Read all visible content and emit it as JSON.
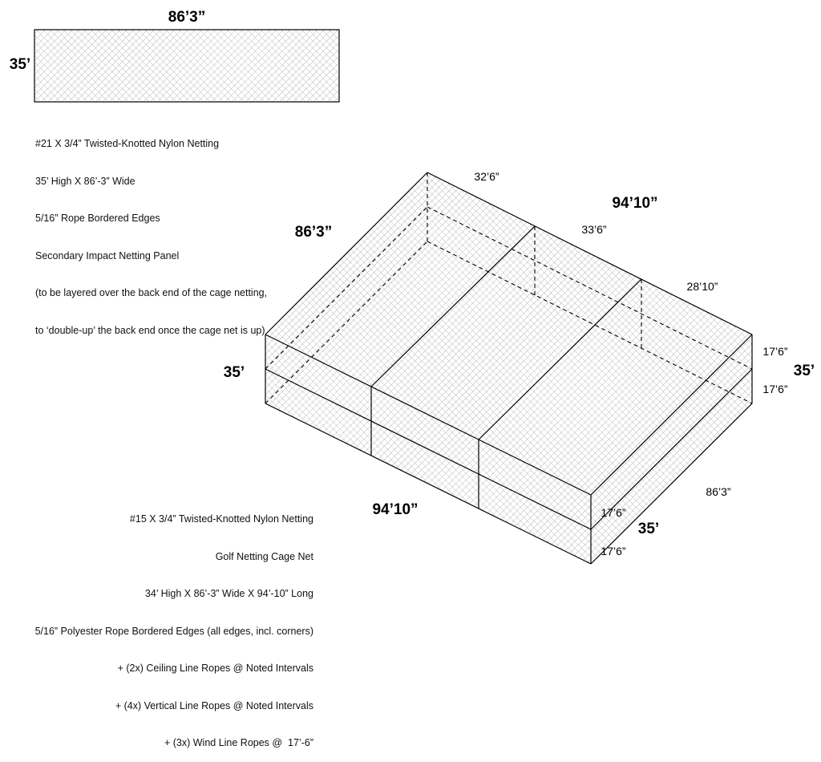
{
  "panel": {
    "width_label": "86’3”",
    "height_label": "35’",
    "spec_lines": [
      "#21 X 3/4” Twisted-Knotted Nylon Netting",
      "35’ High X 86’-3” Wide",
      "5/16” Rope Bordered Edges",
      "Secondary Impact Netting Panel",
      "(to be layered over the back end of the cage netting,",
      "to ‘double-up’ the back end once the cage net is up)"
    ]
  },
  "cage": {
    "top_width_label": "86’3”",
    "top_length_label": "94’10”",
    "segment_labels": [
      "32’6”",
      "33’6”",
      "28’10”"
    ],
    "left_height_label": "35’",
    "right_height_label": "35’",
    "right_half_labels": [
      "17’6”",
      "17’6”"
    ],
    "front_length_label": "94’10”",
    "front_width_label": "86’3”",
    "front_height_label": "35’",
    "front_half_labels": [
      "17’6”",
      "17’6”"
    ],
    "spec_lines": [
      "#15 X 3/4” Twisted-Knotted Nylon Netting",
      "Golf Netting Cage Net",
      "34’ High X 86’-3” Wide X 94’-10” Long",
      "5/16” Polyester Rope Bordered Edges (all edges, incl. corners)",
      "+ (2x) Ceiling Line Ropes @ Noted Intervals",
      "+ (4x) Vertical Line Ropes @ Noted Intervals",
      "+ (3x) Wind Line Ropes @  17’-6”"
    ]
  },
  "colors": {
    "line": "#000000",
    "netting": "#8a8a8a",
    "background": "#ffffff"
  }
}
